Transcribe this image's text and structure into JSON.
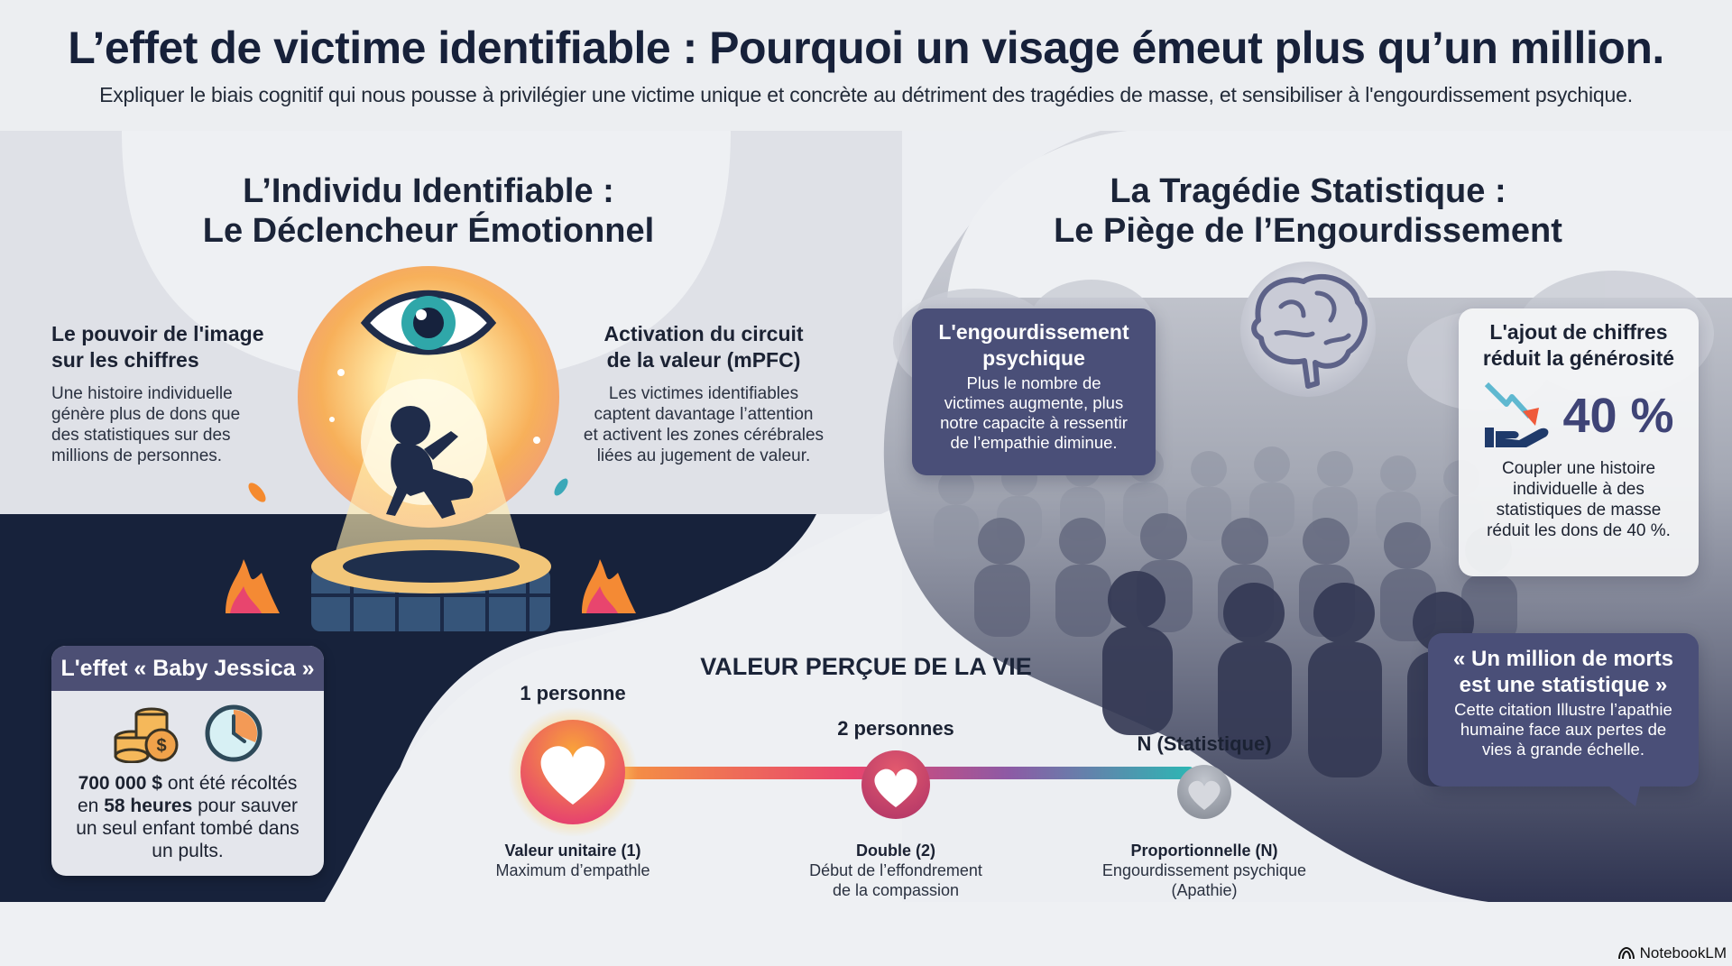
{
  "header": {
    "title": "L’effet de victime identifiable : Pourquoi un visage émeut plus qu’un million.",
    "subtitle": "Expliquer le biais cognitif qui nous pousse à privilégier une victime unique et concrète au détriment des tragédies de masse, et sensibiliser à l'engourdissement psychique."
  },
  "left_section": {
    "title_line1": "L’Individu Identifiable :",
    "title_line2": "Le Déclencheur Émotionnel",
    "feature_image": {
      "title_line1": "Le pouvoir de l'image",
      "title_line2": "sur les chiffres",
      "text": [
        "Une histoire individuelle",
        "génère plus de dons que",
        "des statistiques sur des",
        "millions de personnes."
      ]
    },
    "feature_mpfc": {
      "title_line1": "Activation du circuit",
      "title_line2": "de la valeur (mPFC)",
      "text": [
        "Les victimes identifiables",
        "captent davantage l’attention",
        "et activent les zones cérébrales",
        "liées au jugement de valeur."
      ]
    },
    "illustration": {
      "icons": [
        "eye-icon",
        "falling-child-icon",
        "well-icon",
        "flame-icon"
      ]
    },
    "baby_jessica": {
      "title": "L'effet « Baby Jessica »",
      "icons": [
        "coins-dollar-icon",
        "clock-icon"
      ],
      "amount": "700 000 $",
      "text_1": " ont été récoltés",
      "text_2": "en ",
      "hours": "58 heures",
      "text_3": " pour sauver",
      "text_4": "un seul enfant tombé dans",
      "text_5": "un pults."
    }
  },
  "right_section": {
    "title_line1": "La Tragédie Statistique :",
    "title_line2": "Le Piège de l’Engourdissement",
    "numbing_card": {
      "title_line1": "L'engourdissement",
      "title_line2": "psychique",
      "text": [
        "Plus le nombre de",
        "victimes augmente, plus",
        "notre capacite à ressentir",
        "de l’empathie diminue."
      ]
    },
    "generosity_card": {
      "title_line1": "L'ajout de chiffres",
      "title_line2": "réduit la générosité",
      "stat": "40 %",
      "text": [
        "Coupler une histoire",
        "individuelle à des",
        "statistiques de masse",
        "réduit les dons de 40 %."
      ]
    },
    "quote_card": {
      "title_line1": "« Un million de morts",
      "title_line2": "est une statistique »",
      "text": [
        "Cette citation Illustre l’apathie",
        "humaine face aux pertes de",
        "vies à grande échelle."
      ]
    },
    "illustration": {
      "icons": [
        "brain-icon",
        "crowd-silhouettes"
      ]
    }
  },
  "timeline": {
    "title": "VALEUR PERÇUE DE LA VIE",
    "points": [
      {
        "label": "1 personne",
        "caption_title": "Valeur unitaire (1)",
        "caption": [
          "Maximum d’empathle"
        ]
      },
      {
        "label": "2 personnes",
        "caption_title": "Double (2)",
        "caption": [
          "Début de l’effondrement",
          "de la compassion"
        ]
      },
      {
        "label": "N (Statistique)",
        "caption_title": "Proportionnelle (N)",
        "caption": [
          "Engourdissement psychique",
          "(Apathie)"
        ]
      }
    ]
  },
  "brand": {
    "name": "NotebookLM"
  },
  "colors": {
    "navy": "#1a2640",
    "card_purple": "#4a4f78",
    "orange": "#f6923a",
    "pink": "#e8456e",
    "teal": "#2bb8b4",
    "grey_heart": "#9ea3ad"
  }
}
